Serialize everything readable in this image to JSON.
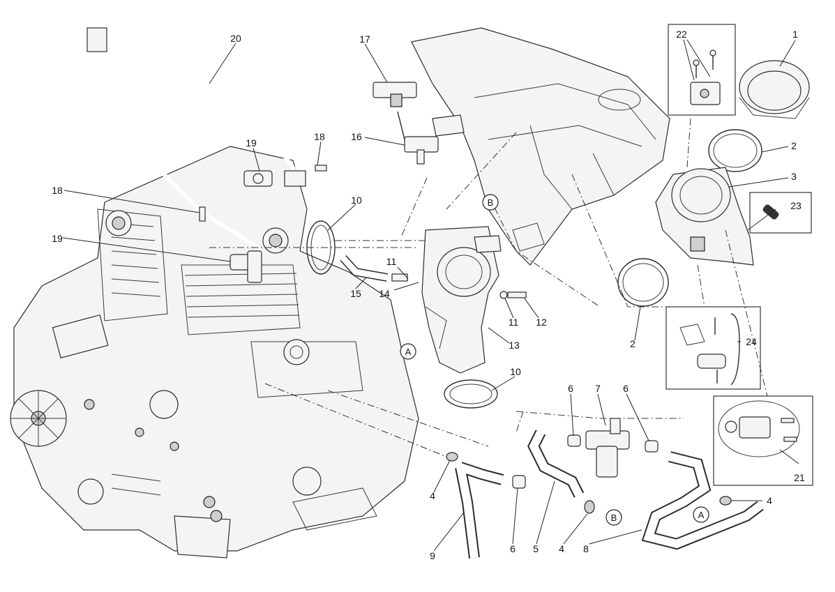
{
  "diagram": {
    "callouts": [
      {
        "id": "c1",
        "label": "1"
      },
      {
        "id": "c2a",
        "label": "2"
      },
      {
        "id": "c2b",
        "label": "2"
      },
      {
        "id": "c3",
        "label": "3"
      },
      {
        "id": "c4a",
        "label": "4"
      },
      {
        "id": "c4b",
        "label": "4"
      },
      {
        "id": "c4c",
        "label": "4"
      },
      {
        "id": "c5",
        "label": "5"
      },
      {
        "id": "c6a",
        "label": "6"
      },
      {
        "id": "c6b",
        "label": "6"
      },
      {
        "id": "c6c",
        "label": "6"
      },
      {
        "id": "c7",
        "label": "7"
      },
      {
        "id": "c8",
        "label": "8"
      },
      {
        "id": "c9",
        "label": "9"
      },
      {
        "id": "c10a",
        "label": "10"
      },
      {
        "id": "c10b",
        "label": "10"
      },
      {
        "id": "c11a",
        "label": "11"
      },
      {
        "id": "c11b",
        "label": "11"
      },
      {
        "id": "c12",
        "label": "12"
      },
      {
        "id": "c13",
        "label": "13"
      },
      {
        "id": "c14",
        "label": "14"
      },
      {
        "id": "c15",
        "label": "15"
      },
      {
        "id": "c16",
        "label": "16"
      },
      {
        "id": "c17",
        "label": "17"
      },
      {
        "id": "c18a",
        "label": "18"
      },
      {
        "id": "c18b",
        "label": "18"
      },
      {
        "id": "c19a",
        "label": "19"
      },
      {
        "id": "c19b",
        "label": "19"
      },
      {
        "id": "c20",
        "label": "20"
      },
      {
        "id": "c21",
        "label": "21"
      },
      {
        "id": "c22",
        "label": "22"
      },
      {
        "id": "c23",
        "label": "23"
      },
      {
        "id": "c24",
        "label": "24"
      }
    ],
    "references": [
      {
        "id": "refA1",
        "label": "A"
      },
      {
        "id": "refA2",
        "label": "A"
      },
      {
        "id": "refB1",
        "label": "B"
      },
      {
        "id": "refB2",
        "label": "B"
      }
    ],
    "colors": {
      "ink": "#2b2b2b",
      "paper": "#ffffff",
      "fill": "#f4f4f4"
    }
  }
}
